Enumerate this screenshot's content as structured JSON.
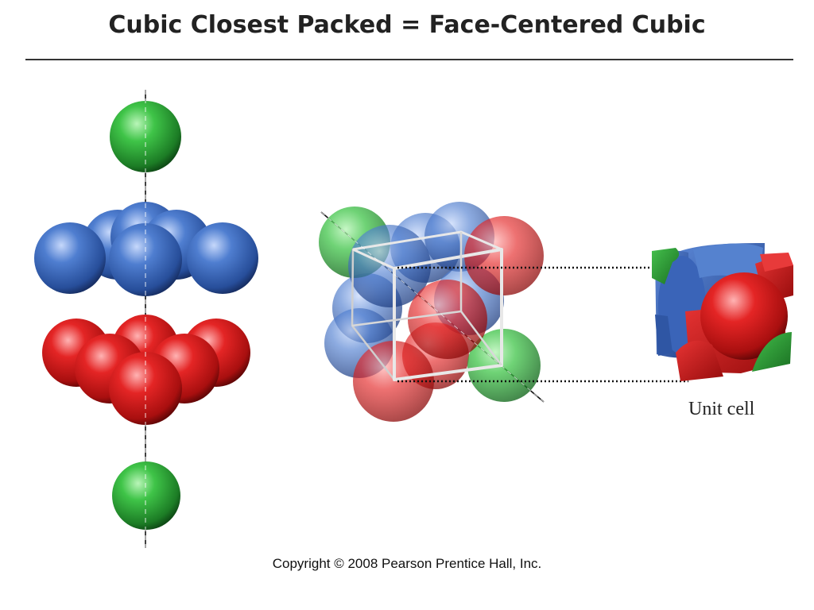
{
  "title": "Cubic Closest Packed = Face-Centered Cubic",
  "unit_cell_label": "Unit cell",
  "copyright": "Copyright © 2008 Pearson Prentice Hall, Inc.",
  "colors": {
    "green": "#2fa83a",
    "blue": "#3a64b8",
    "red": "#d01818",
    "axis": "#111111",
    "cube_frame": "#e6e6e6"
  },
  "layers": [
    "green",
    "blue",
    "red",
    "green"
  ]
}
